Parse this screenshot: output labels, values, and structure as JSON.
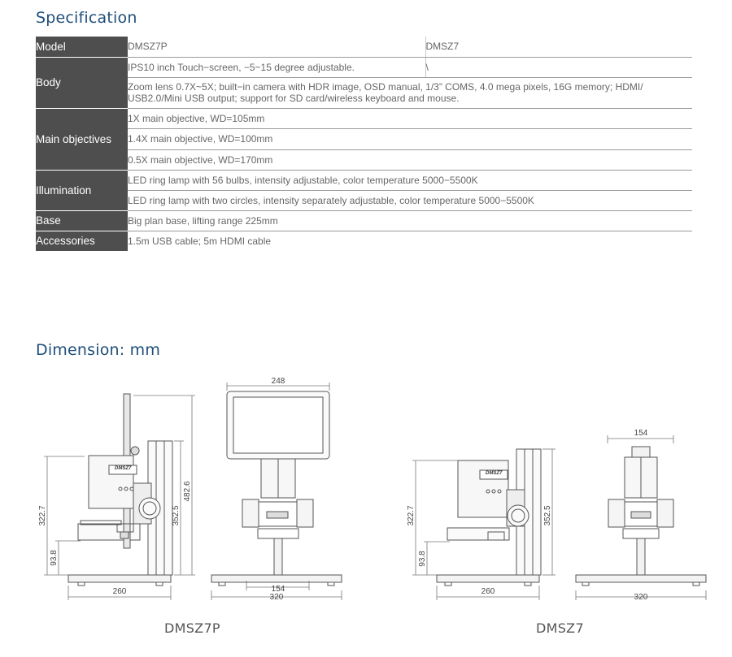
{
  "spec_title": "Specification",
  "spec": {
    "model_label": "Model",
    "model_a": "DMSZ7P",
    "model_b": "DMSZ7",
    "body_label": "Body",
    "body_row1_a": "IPS10 inch Touch−screen, −5~15 degree adjustable.",
    "body_row1_b": "\\",
    "body_row2_line1": "Zoom lens 0.7X~5X; built−in camera with HDR image, OSD manual, 1/3”  COMS, 4.0 mega pixels, 16G memory; HDMI/",
    "body_row2_line2": "USB2.0/Mini USB output; support for SD card/wireless keyboard and mouse.",
    "objectives_label": "Main objectives",
    "objective_1": "1X main objective, WD=105mm",
    "objective_2": "1.4X main objective, WD=100mm",
    "objective_3": "0.5X main objective, WD=170mm",
    "illumination_label": "Illumination",
    "illumination_1": "LED ring lamp with 56 bulbs, intensity adjustable, color temperature 5000−5500K",
    "illumination_2": "LED ring lamp with two circles, intensity separately adjustable, color temperature 5000−5500K",
    "base_label": "Base",
    "base_value": "Big plan base, lifting range 225mm",
    "accessories_label": "Accessories",
    "accessories_value": "1.5m USB cable; 5m HDMI cable"
  },
  "dimension_title": "Dimension: mm",
  "dims_p_side": {
    "height_total": "322.7",
    "height_base": "93.8",
    "height_column": "352.5",
    "height_screen": "482.6",
    "width_base": "260",
    "logo": "DMSZ7"
  },
  "dims_p_front": {
    "width_screen": "248",
    "width_stage": "154",
    "width_base": "320"
  },
  "dims_side": {
    "height_total": "322.7",
    "height_base": "93.8",
    "height_column": "352.5",
    "width_base": "260",
    "logo": "DMSZ7"
  },
  "dims_front": {
    "width_head": "154",
    "width_base": "320"
  },
  "caption_a": "DMSZ7P",
  "caption_b": "DMSZ7"
}
